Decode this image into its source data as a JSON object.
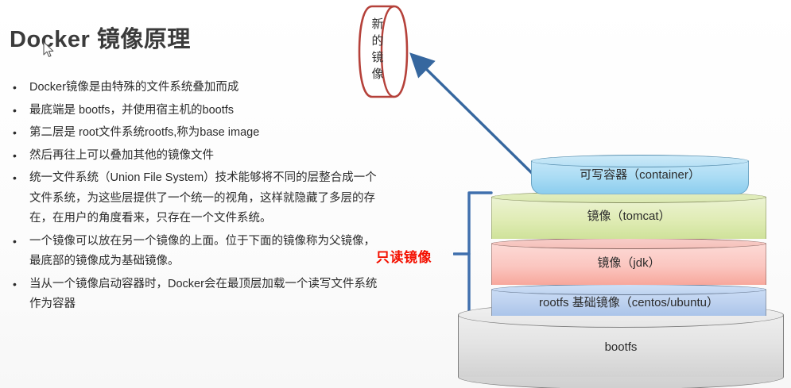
{
  "slide": {
    "title": "Docker 镜像原理",
    "bullets": [
      "Docker镜像是由特殊的文件系统叠加而成",
      "最底端是 bootfs，并使用宿主机的bootfs",
      "第二层是 root文件系统rootfs,称为base image",
      "然后再往上可以叠加其他的镜像文件",
      "统一文件系统（Union File System）技术能够将不同的层整合成一个文件系统，为这些层提供了一个统一的视角，这样就隐藏了多层的存在，在用户的角度看来，只存在一个文件系统。",
      "一个镜像可以放在另一个镜像的上面。位于下面的镜像称为父镜像，最底部的镜像成为基础镜像。",
      "当从一个镜像启动容器时，Docker会在最顶层加载一个读写文件系统作为容器"
    ]
  },
  "diagram": {
    "callout": {
      "label": "新的镜像",
      "chars": [
        "新",
        "的",
        "镜",
        "像"
      ],
      "border_color": "#b5413a"
    },
    "readonly_label": "只读镜像",
    "readonly_label_color": "#f41000",
    "bracket_color": "#3f6fad",
    "arrow_color": "#36679f",
    "layers": [
      {
        "name": "container",
        "label": "可写容器（container）",
        "color": "#aadcf4"
      },
      {
        "name": "tomcat",
        "label": "镜像（tomcat）",
        "color": "#e0ecb5"
      },
      {
        "name": "jdk",
        "label": "镜像（jdk）",
        "color": "#fbc6c0"
      },
      {
        "name": "rootfs",
        "label": "rootfs 基础镜像（centos/ubuntu）",
        "color": "#bdd1ef"
      },
      {
        "name": "bootfs",
        "label": "bootfs",
        "color": "#e4e4e4"
      }
    ]
  }
}
